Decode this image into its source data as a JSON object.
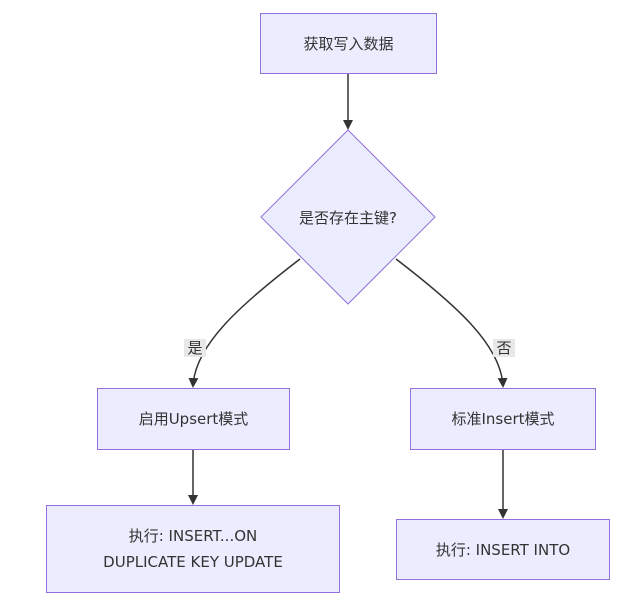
{
  "nodes": {
    "start": "获取写入数据",
    "decision": "是否存在主键?",
    "upsert_mode": "启用Upsert模式",
    "insert_mode": "标准Insert模式",
    "upsert_exec_line1": "执行: INSERT...ON",
    "upsert_exec_line2": "DUPLICATE KEY UPDATE",
    "insert_exec": "执行: INSERT INTO"
  },
  "edges": {
    "yes_label": "是",
    "no_label": "否"
  },
  "colors": {
    "node_fill": "#ECECFF",
    "node_border": "#9370DB",
    "edge": "#333333",
    "edge_label_bg": "#e8e8e8"
  }
}
